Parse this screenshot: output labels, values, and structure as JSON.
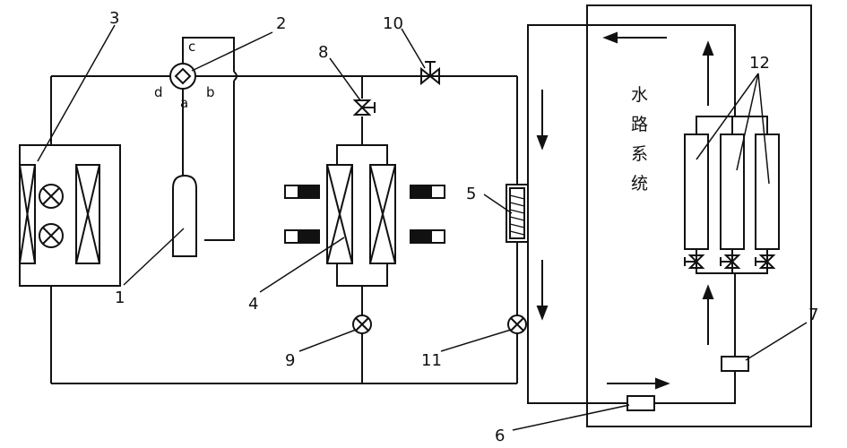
{
  "labels": {
    "n1": "1",
    "n2": "2",
    "n3": "3",
    "n4": "4",
    "n5": "5",
    "n6": "6",
    "n7": "7",
    "n8": "8",
    "n9": "9",
    "n10": "10",
    "n11": "11",
    "n12": "12"
  },
  "valve_ports": {
    "a": "a",
    "b": "b",
    "c": "c",
    "d": "d"
  },
  "water_system_chars": [
    "水",
    "路",
    "系",
    "统"
  ],
  "colors": {
    "line": "#111111",
    "background": "#ffffff"
  }
}
